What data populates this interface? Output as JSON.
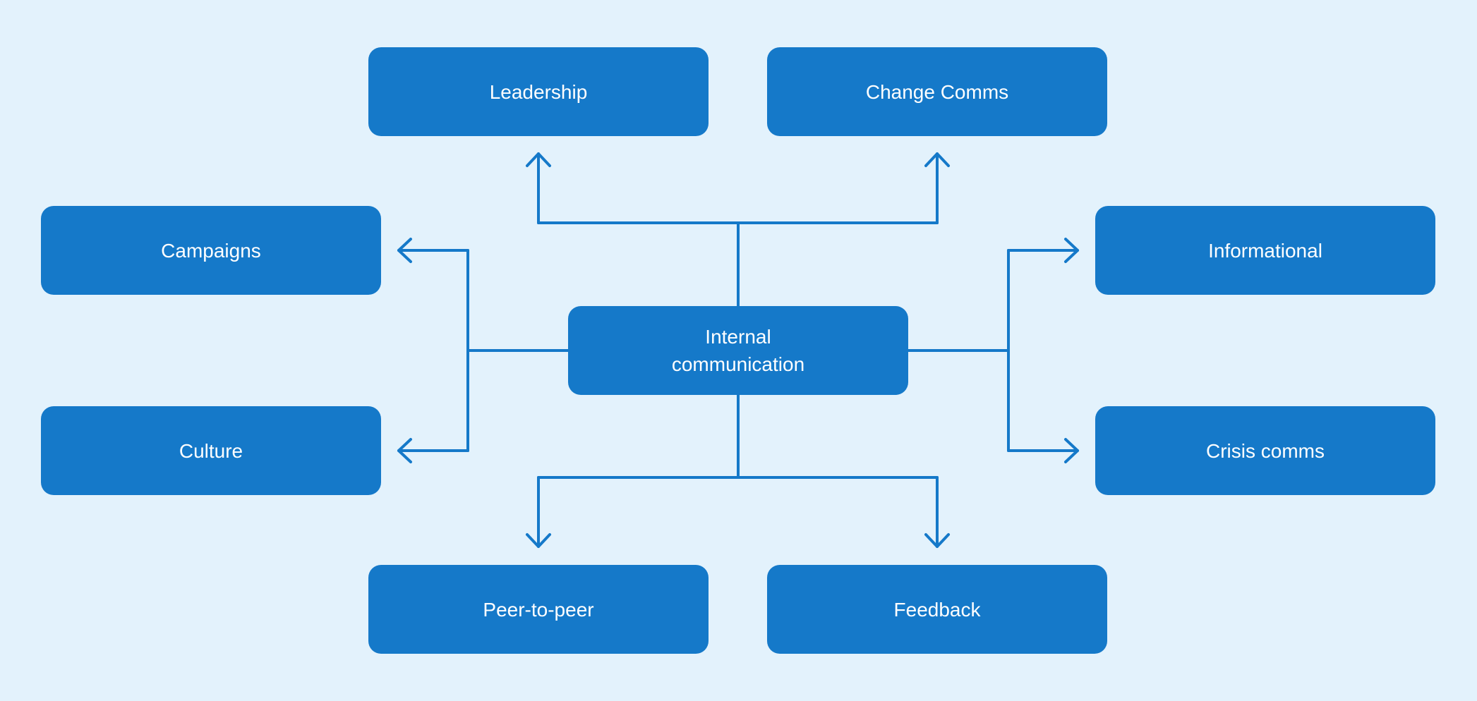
{
  "diagram": {
    "center": {
      "label": "Internal communication"
    },
    "nodes": {
      "leadership": "Leadership",
      "change_comms": "Change Comms",
      "campaigns": "Campaigns",
      "informational": "Informational",
      "culture": "Culture",
      "crisis_comms": "Crisis comms",
      "peer_to_peer": "Peer-to-peer",
      "feedback": "Feedback"
    },
    "colors": {
      "background": "#e3f2fc",
      "node_fill": "#1579c9",
      "node_text": "#ffffff",
      "connector": "#1579c9"
    }
  }
}
